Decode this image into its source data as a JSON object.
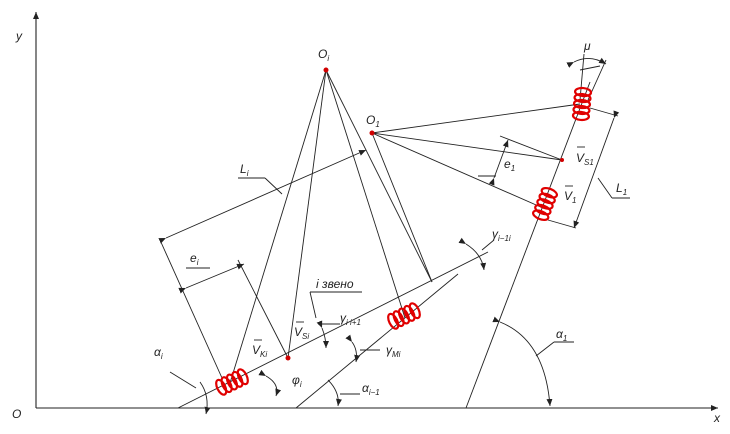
{
  "axes": {
    "origin": "O",
    "x": "x",
    "y": "y"
  },
  "points": {
    "Oi": "O",
    "Oi_sub": "i",
    "O1": "O",
    "O1_sub": "1"
  },
  "labels": {
    "mu": "μ",
    "L1": "L",
    "L1_sub": "1",
    "Li": "L",
    "Li_sub": "i",
    "e1": "e",
    "e1_sub": "1",
    "ei": "e",
    "ei_sub": "i",
    "VS1": "V",
    "VS1_sub": "S1",
    "V1": "V",
    "V1_sub": "1",
    "VKi": "V",
    "VKi_sub": "Ki",
    "VSi": "V",
    "VSi_sub": "Si",
    "link": "i звено",
    "gamma_i1": "γ",
    "gamma_i1_sub": "i i+1",
    "gamma_Mi": "γ",
    "gamma_Mi_sub": "Mi",
    "gamma_1i": "γ",
    "gamma_1i_sub": "i−1i",
    "alpha_i": "α",
    "alpha_i_sub": "i",
    "alpha_im1": "α",
    "alpha_im1_sub": "i−1",
    "alpha_1": "α",
    "alpha_1_sub": "1",
    "phi_i": "φ",
    "phi_i_sub": "i"
  },
  "colors": {
    "wheel": "#e00000",
    "point": "#d00000",
    "line": "#222222"
  }
}
